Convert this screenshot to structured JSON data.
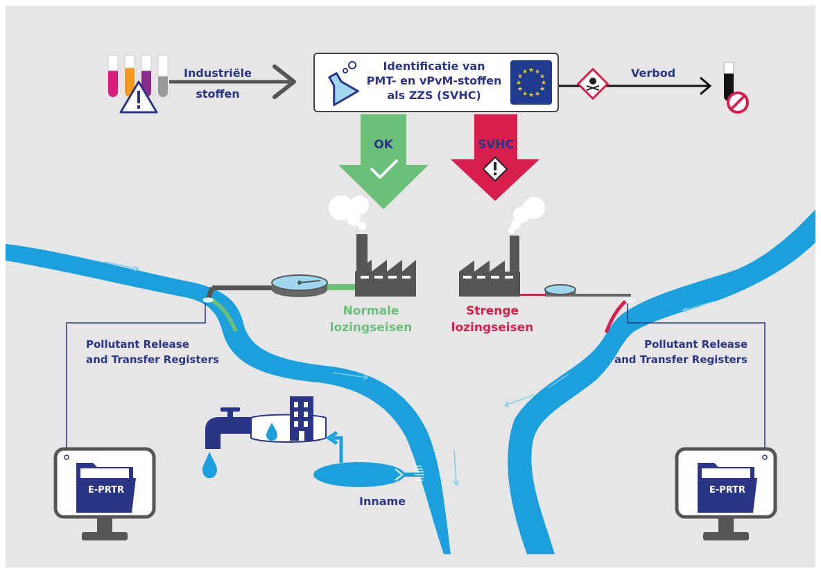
{
  "top": {
    "industrial_line1": "Industriële",
    "industrial_line2": "stoffen",
    "identification_line1": "Identificatie van",
    "identification_line2": "PMT- en vPvM-stoffen",
    "identification_line3": "als ZZS (SVHC)",
    "ban": "Verbod"
  },
  "arrows": {
    "ok": "OK",
    "svhc": "SVHC"
  },
  "left_plant": {
    "line1": "Normale",
    "line2": "lozingseisen"
  },
  "right_plant": {
    "line1": "Strenge",
    "line2": "lozingseisen"
  },
  "registers": {
    "left_line1": "Pollutant Release",
    "left_line2": "and Transfer Registers",
    "right_line1": "Pollutant Release",
    "right_line2": "and Transfer Registers",
    "left_monitor": "E-PRTR",
    "right_monitor": "E-PRTR"
  },
  "intake": "Inname",
  "colors": {
    "background": "#e6e6e6",
    "navy": "#2a3586",
    "water": "#1aa0dc",
    "ok_green": "#6bbf7a",
    "svhc_red": "#d81e4d",
    "factory_gray": "#555555",
    "eu_blue": "#1f3a8f",
    "eu_star": "#f7d117"
  },
  "icons": [
    "test-tubes-icon",
    "warning-triangle-icon",
    "flask-icon",
    "eu-flag-icon",
    "toxic-hazard-icon",
    "banned-tube-icon",
    "checkmark-icon",
    "hazard-exclamation-icon",
    "factory-icon",
    "smoke-icon",
    "treatment-tank-icon",
    "tap-icon",
    "water-drop-icon",
    "building-icon",
    "monitor-icon",
    "folder-icon"
  ]
}
